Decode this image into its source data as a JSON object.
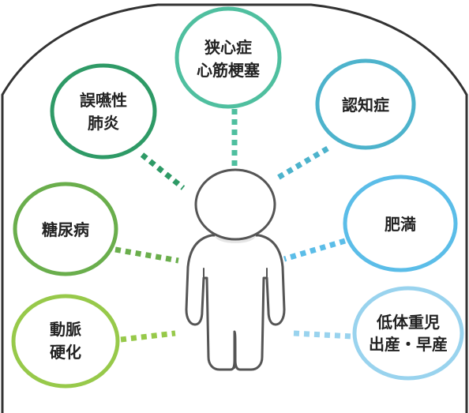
{
  "center_figure": {
    "icon": "person-icon"
  },
  "nodes": [
    {
      "id": "angina",
      "lines": [
        "狭心症",
        "心筋梗塞"
      ],
      "color": "#4fbf9f"
    },
    {
      "id": "pneumonia",
      "lines": [
        "誤嚥性",
        "肺炎"
      ],
      "color": "#2e9a66"
    },
    {
      "id": "dementia",
      "lines": [
        "認知症"
      ],
      "color": "#4db3cc"
    },
    {
      "id": "diabetes",
      "lines": [
        "糖尿病"
      ],
      "color": "#6aae4c"
    },
    {
      "id": "obesity",
      "lines": [
        "肥満"
      ],
      "color": "#5bbde8"
    },
    {
      "id": "arteriosclerosis",
      "lines": [
        "動脈",
        "硬化"
      ],
      "color": "#97c94a"
    },
    {
      "id": "low-birth-weight",
      "lines": [
        "低体重児",
        "出産・早産"
      ],
      "color": "#99d3ee"
    }
  ],
  "frame_color": "#333333"
}
